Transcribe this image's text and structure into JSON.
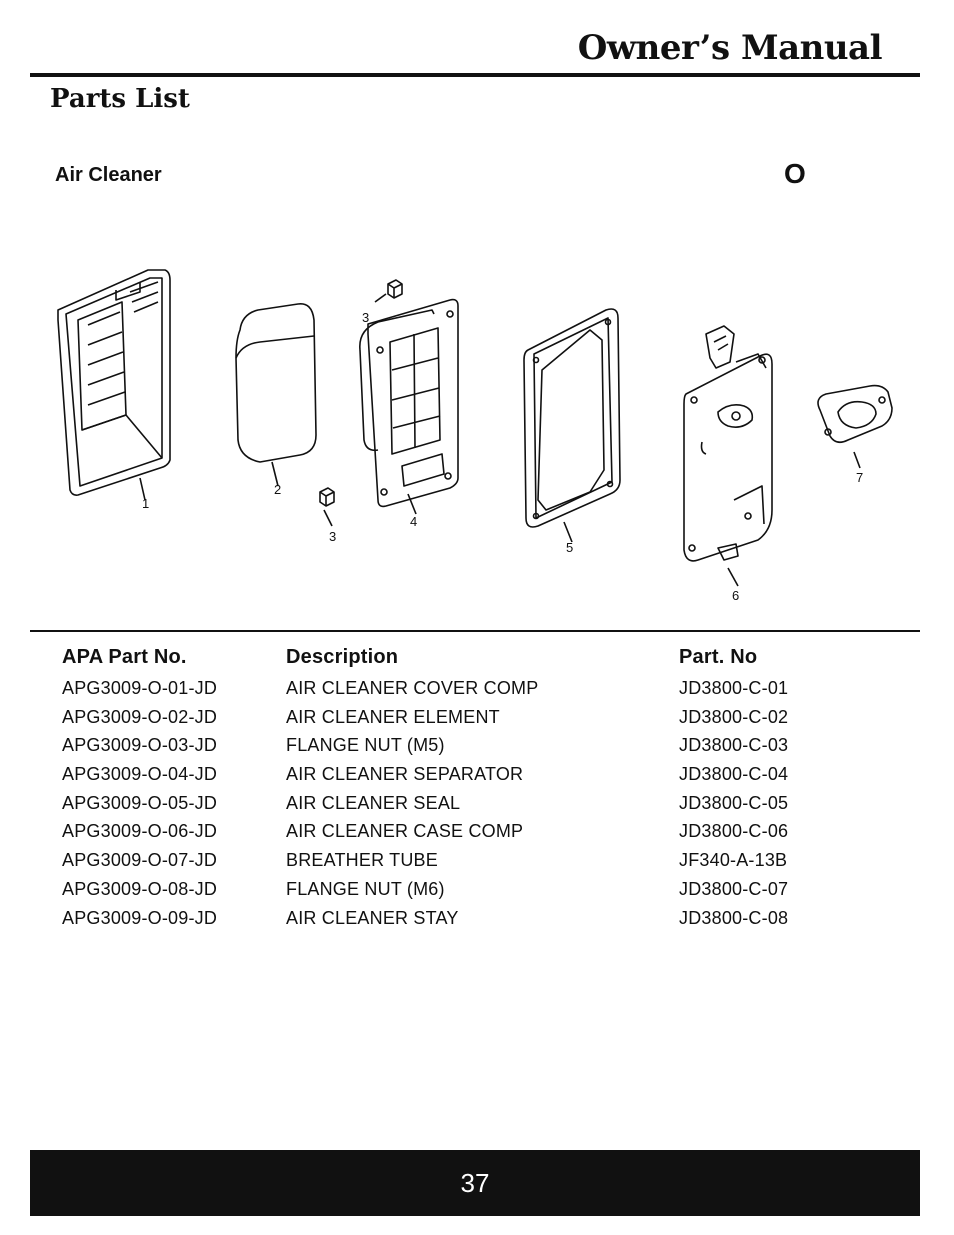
{
  "header": {
    "manual_title": "Owner’s Manual",
    "section_title": "Parts List"
  },
  "section": {
    "name": "Air Cleaner",
    "code": "O"
  },
  "diagram": {
    "callouts": [
      "1",
      "2",
      "3",
      "3",
      "4",
      "5",
      "6",
      "7"
    ]
  },
  "table": {
    "headers": {
      "apa": "APA Part No.",
      "description": "Description",
      "part": "Part. No"
    },
    "rows": [
      {
        "apa": "APG3009-O-01-JD",
        "description": "AIR CLEANER COVER COMP",
        "part": "JD3800-C-01"
      },
      {
        "apa": "APG3009-O-02-JD",
        "description": "AIR CLEANER ELEMENT",
        "part": "JD3800-C-02"
      },
      {
        "apa": "APG3009-O-03-JD",
        "description": "FLANGE NUT (M5)",
        "part": "JD3800-C-03"
      },
      {
        "apa": "APG3009-O-04-JD",
        "description": "AIR CLEANER SEPARATOR",
        "part": "JD3800-C-04"
      },
      {
        "apa": "APG3009-O-05-JD",
        "description": "AIR CLEANER SEAL",
        "part": "JD3800-C-05"
      },
      {
        "apa": "APG3009-O-06-JD",
        "description": "AIR CLEANER CASE COMP",
        "part": "JD3800-C-06"
      },
      {
        "apa": "APG3009-O-07-JD",
        "description": "BREATHER TUBE",
        "part": "JF340-A-13B"
      },
      {
        "apa": "APG3009-O-08-JD",
        "description": "FLANGE NUT (M6)",
        "part": "JD3800-C-07"
      },
      {
        "apa": "APG3009-O-09-JD",
        "description": "AIR CLEANER STAY",
        "part": "JD3800-C-08"
      }
    ]
  },
  "footer": {
    "page_number": "37"
  }
}
